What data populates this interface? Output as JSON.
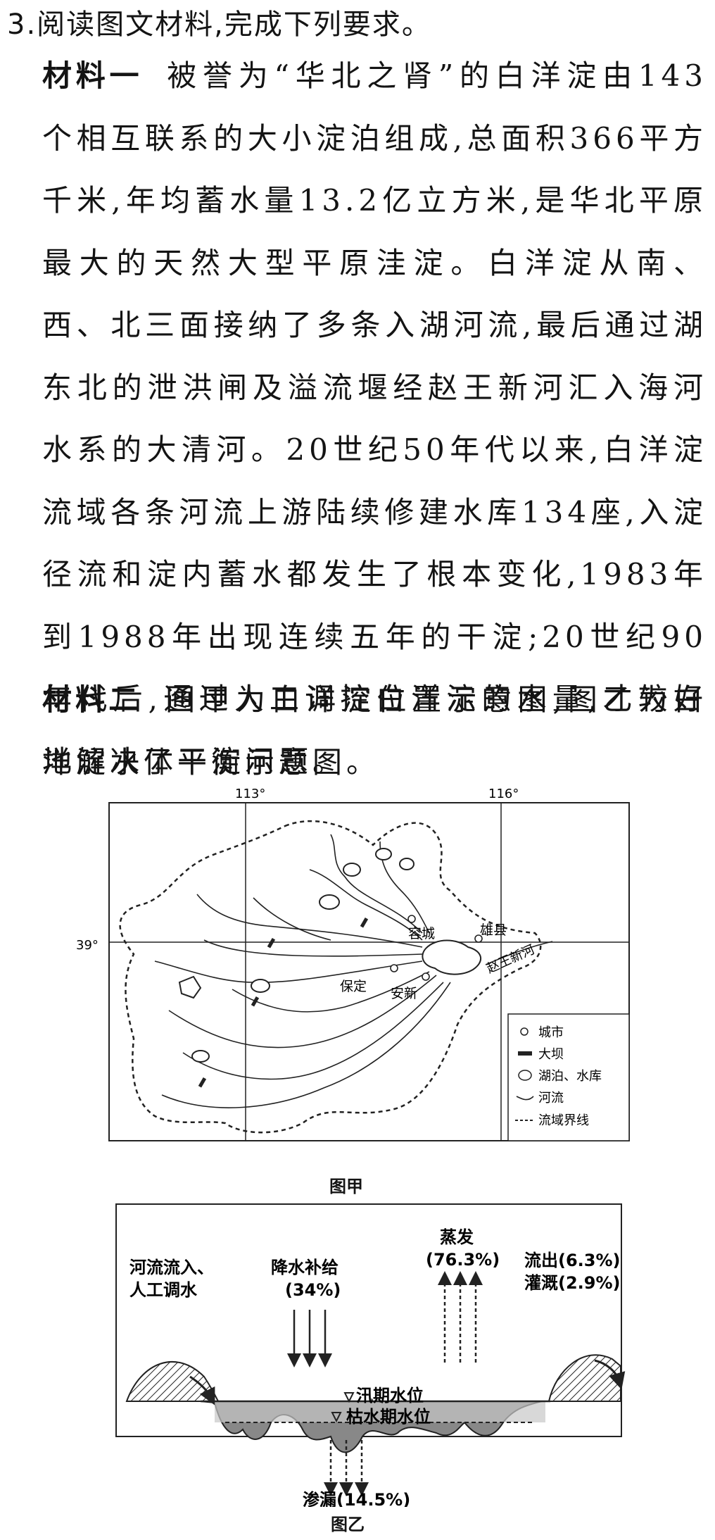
{
  "question": {
    "number": "3.",
    "text": "阅读图文材料,完成下列要求。"
  },
  "material1": {
    "label": "材料一",
    "text": "被誉为“华北之肾”的白洋淀由143个相互联系的大小淀泊组成,总面积366平方千米,年均蓄水量13.2亿立方米,是华北平原最大的天然大型平原洼淀。白洋淀从南、西、北三面接纳了多条入湖河流,最后通过湖东北的泄洪闸及溢流堰经赵王新河汇入海河水系的大清河。20世纪50年代以来,白洋淀流域各条河流上游陆续修建水库134座,入淀径流和淀内蓄水都发生了根本变化,1983年到1988年出现连续五年的干淀;20世纪90年代后,通过人工调控白洋淀的水量,才较好地解决了干淀问题。"
  },
  "material2": {
    "label": "材料二",
    "text": "图甲为白洋淀位置示意图,图乙为白洋淀水体平衡示意图。"
  },
  "figure_a": {
    "caption": "图甲",
    "lon_labels": [
      "113°",
      "116°"
    ],
    "lat_label": "39°",
    "cities": [
      "容城",
      "雄县",
      "保定",
      "安新"
    ],
    "river_label": "赵王新河",
    "legend": [
      {
        "symbol": "circle",
        "label": "城市"
      },
      {
        "symbol": "bar",
        "label": "大坝"
      },
      {
        "symbol": "ellipse",
        "label": "湖泊、水库"
      },
      {
        "symbol": "river",
        "label": "河流"
      },
      {
        "symbol": "dashed",
        "label": "流域界线"
      }
    ]
  },
  "figure_b": {
    "caption": "图乙",
    "inflow_label_1": "河流流入、",
    "inflow_label_2": "人工调水",
    "precip_label": "降水补给",
    "precip_value": "(34%)",
    "evap_label": "蒸发",
    "evap_value": "(76.3%)",
    "outflow_label": "流出(6.3%)",
    "irrigation_label": "灌溉(2.9%)",
    "flood_level": "汛期水位",
    "dry_level": "枯水期水位",
    "seepage_label": "渗漏(14.5%)"
  }
}
